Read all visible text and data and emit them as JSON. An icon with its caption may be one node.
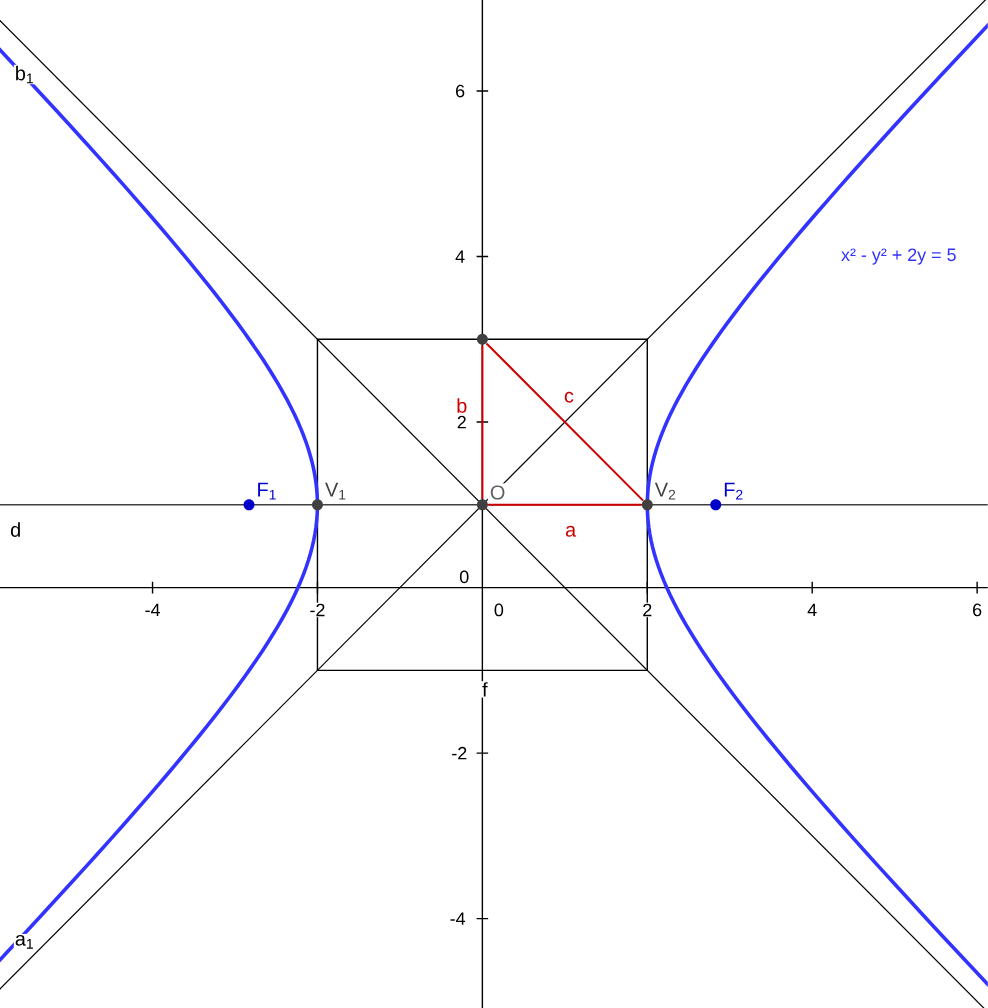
{
  "diagram": {
    "nodes": [
      {
        "text": [
          "F$_{1}$"
        ]
      },
      {
        "text": [
          "V$_{1}$"
        ]
      },
      {
        "text": [
          "O"
        ]
      },
      {
        "text": [
          "V$_{2}$"
        ]
      },
      {
        "text": [
          "F$_{2}$"
        ]
      },
      {
        "text": [],
        "shape": "circle"
      }
    ],
    "edges": [
      {
        "from": 2,
        "to": 3,
        "arrow": "none",
        "label": "a"
      },
      {
        "from": 2,
        "to": 5,
        "arrow": "none",
        "label": "b"
      },
      {
        "from": 5,
        "to": 3,
        "arrow": "none",
        "label": "c"
      }
    ],
    "labels": [
      "b$_{1}$",
      "6",
      "4",
      "x² - y² + 2y = 5",
      "2",
      "d",
      "0",
      "-4",
      "-2",
      "0",
      "2",
      "4",
      "6",
      "f",
      "-2",
      "a$_{1}$",
      "-4"
    ]
  }
}
